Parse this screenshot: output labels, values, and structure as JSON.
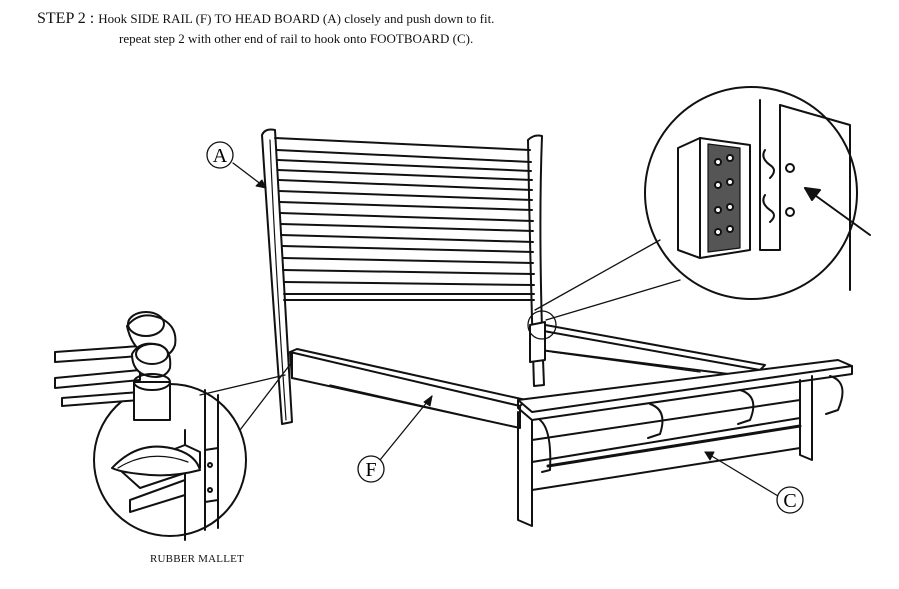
{
  "step": {
    "label": "STEP 2 :",
    "line1": "Hook SIDE RAIL (F) TO HEAD BOARD (A) closely and push down to fit.",
    "line2": "repeat step 2 with other end of rail to hook onto FOOTBOARD (C)."
  },
  "callouts": {
    "headboard": "A",
    "side_rail": "F",
    "footboard": "C"
  },
  "caption": "RUBBER MALLET"
}
